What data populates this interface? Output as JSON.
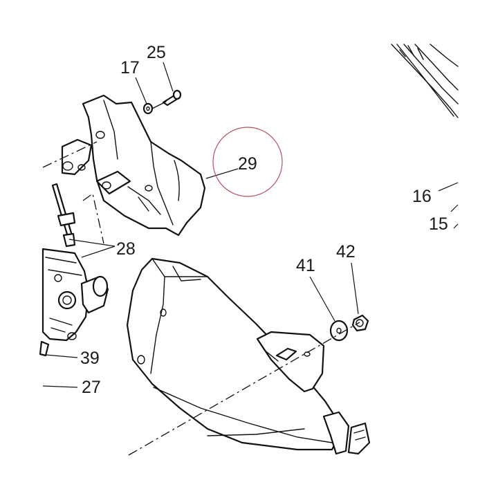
{
  "callouts": {
    "c17": "17",
    "c25": "25",
    "c29": "29",
    "c28": "28",
    "c16": "16",
    "c15": "15",
    "c41": "41",
    "c42": "42",
    "c39": "39",
    "c27": "27"
  },
  "colors": {
    "line": "#111111",
    "highlight_circle": "#b5505f",
    "background": "#ffffff"
  }
}
